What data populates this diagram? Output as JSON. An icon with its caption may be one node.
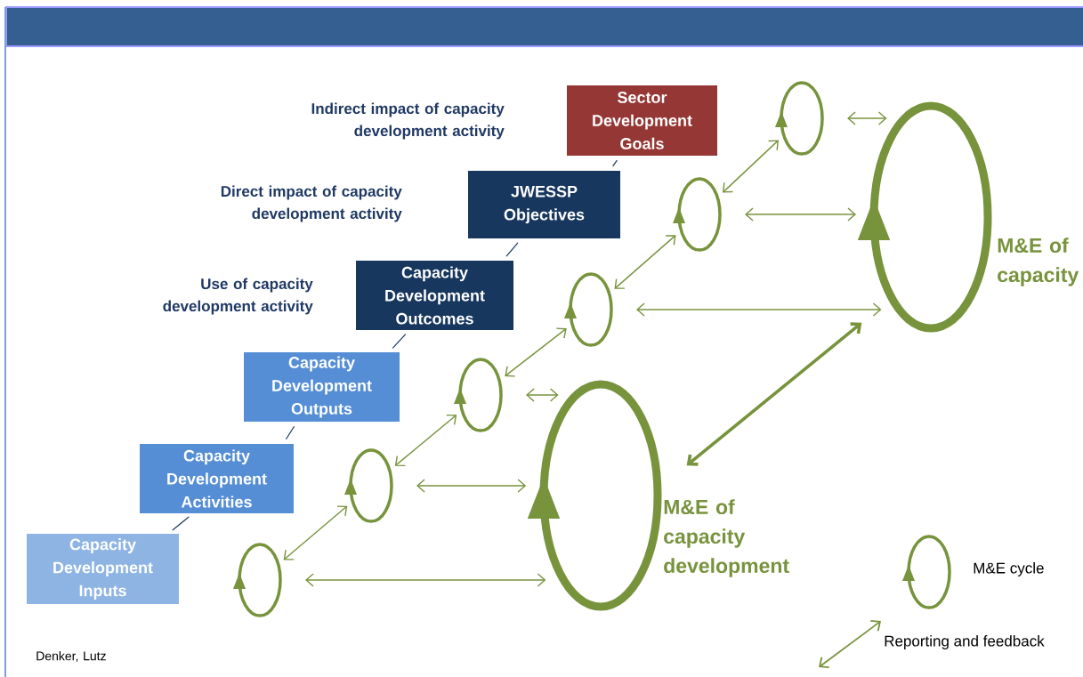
{
  "diagram": {
    "nodes": [
      {
        "text": [
          "Capacity Development Inputs"
        ]
      },
      {
        "text": [
          "Capacity Development Activities"
        ]
      },
      {
        "text": [
          "Capacity Development Outputs"
        ]
      },
      {
        "text": [
          "Capacity Development Outcomes"
        ]
      },
      {
        "text": [
          "JWESSP Objectives"
        ]
      },
      {
        "text": [
          "Sector Development Goals"
        ]
      },
      {
        "text": [],
        "shape": "circle"
      },
      {
        "text": [],
        "shape": "circle"
      },
      {
        "text": [],
        "shape": "circle"
      },
      {
        "text": [],
        "shape": "circle"
      },
      {
        "text": [],
        "shape": "circle"
      },
      {
        "text": [],
        "shape": "circle"
      },
      {
        "text": [],
        "shape": "circle",
        "beside": [
          "M&E of capacity development"
        ]
      },
      {
        "text": [],
        "shape": "circle",
        "beside": [
          "M&E of capacity"
        ]
      }
    ],
    "edges": [
      {
        "from": 0,
        "to": 1,
        "arrow": "none",
        "color": "#17375e"
      },
      {
        "from": 1,
        "to": 2,
        "arrow": "none",
        "color": "#17375e"
      },
      {
        "from": 2,
        "to": 3,
        "arrow": "none",
        "color": "#17375e"
      },
      {
        "from": 3,
        "to": 4,
        "arrow": "none",
        "color": "#17375e"
      },
      {
        "from": 4,
        "to": 5,
        "arrow": "none",
        "color": "#17375e"
      },
      {
        "from": 6,
        "to": 7,
        "arrow": "both"
      },
      {
        "from": 7,
        "to": 8,
        "arrow": "both"
      },
      {
        "from": 8,
        "to": 9,
        "arrow": "both"
      },
      {
        "from": 9,
        "to": 10,
        "arrow": "both"
      },
      {
        "from": 10,
        "to": 11,
        "arrow": "both"
      },
      {
        "from": 6,
        "to": 12,
        "arrow": "both"
      },
      {
        "from": 7,
        "to": 12,
        "arrow": "both"
      },
      {
        "from": 8,
        "to": 12,
        "arrow": "both"
      },
      {
        "from": 9,
        "to": 13,
        "arrow": "both"
      },
      {
        "from": 10,
        "to": 13,
        "arrow": "both"
      },
      {
        "from": 11,
        "to": 13,
        "arrow": "both"
      },
      {
        "from": 12,
        "to": 13,
        "arrow": "both",
        "style": "thick"
      }
    ],
    "labels": [
      "Indirect impact of capacity development activity",
      "Direct impact of capacity development activity",
      "Use of capacity development activity",
      "Denker, Lutz"
    ],
    "legend": [
      {
        "text": "M&E cycle"
      },
      {
        "text": "Reporting and feedback"
      }
    ]
  }
}
